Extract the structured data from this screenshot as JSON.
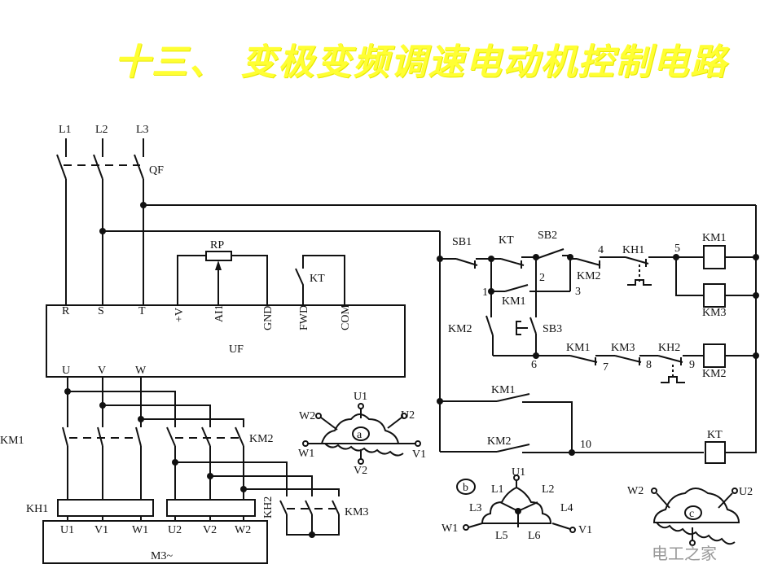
{
  "title": "十三、 变极变频调速电动机控制电路",
  "watermark": "电工之家",
  "labels": {
    "L1": "L1",
    "L2": "L2",
    "L3": "L3",
    "QF": "QF",
    "RP": "RP",
    "KT_fwd": "KT",
    "R": "R",
    "S": "S",
    "T": "T",
    "V+": "+V",
    "AI1": "AI1",
    "GND": "GND",
    "FWD": "FWD",
    "COM": "COM",
    "UF": "UF",
    "U": "U",
    "V": "V",
    "W": "W",
    "KM1_main": "KM1",
    "KM2_main": "KM2",
    "KH1_main": "KH1",
    "KH2_main": "KH2",
    "KM3_main": "KM3",
    "mU1": "U1",
    "mV1": "V1",
    "mW1": "W1",
    "mU2": "U2",
    "mV2": "V2",
    "mW2": "W2",
    "M3": "M3~",
    "SB1": "SB1",
    "KT_c": "KT",
    "SB2": "SB2",
    "n4": "4",
    "KH1_c": "KH1",
    "n5": "5",
    "KM1_coil": "KM1",
    "KM3_coil": "KM3",
    "n1": "1",
    "n2": "2",
    "n3": "3",
    "KM2_c": "KM2",
    "KM1_c": "KM1",
    "KM2_c2": "KM2",
    "SB3": "SB3",
    "n6": "6",
    "KM1_c2": "KM1",
    "n7": "7",
    "KM3_c": "KM3",
    "n8": "8",
    "KH2_c": "KH2",
    "n9": "9",
    "KM2_coil": "KM2",
    "KM1_c3": "KM1",
    "KM2_c3": "KM2",
    "n10": "10",
    "KT_coil": "KT",
    "a": "a",
    "aU1": "U1",
    "aW2": "W2",
    "aU2": "U2",
    "aW1": "W1",
    "aV1": "V1",
    "aV2": "V2",
    "b": "b",
    "bU1": "U1",
    "bL1": "L1",
    "bL2": "L2",
    "bL3": "L3",
    "bL4": "L4",
    "bW1": "W1",
    "bV1": "V1",
    "bL5": "L5",
    "bL6": "L6",
    "c": "c",
    "cW2": "W2",
    "cU2": "U2"
  }
}
